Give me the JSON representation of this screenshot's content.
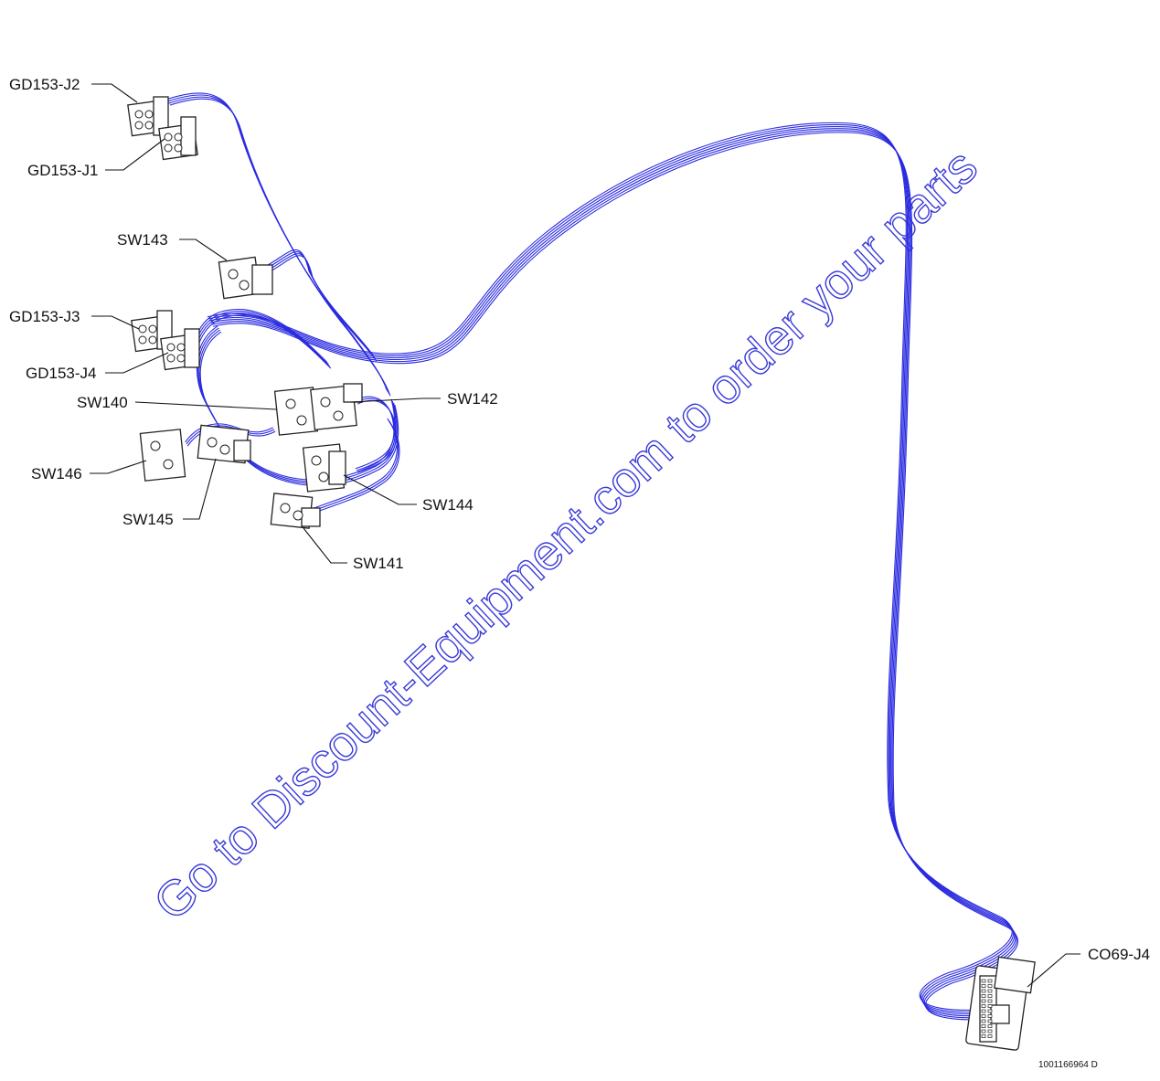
{
  "diagram": {
    "part_number": "1001166964 D",
    "watermark": "Go to Discount-Equipment.com to order your parts",
    "colors": {
      "wire": "#2a2ae0",
      "ink": "#111111",
      "watermark": "#3a3ad8"
    },
    "connectors": [
      {
        "id": "gd153-j2",
        "label": "GD153-J2"
      },
      {
        "id": "gd153-j1",
        "label": "GD153-J1"
      },
      {
        "id": "sw143",
        "label": "SW143"
      },
      {
        "id": "gd153-j3",
        "label": "GD153-J3"
      },
      {
        "id": "gd153-j4",
        "label": "GD153-J4"
      },
      {
        "id": "sw140",
        "label": "SW140"
      },
      {
        "id": "sw142",
        "label": "SW142"
      },
      {
        "id": "sw146",
        "label": "SW146"
      },
      {
        "id": "sw145",
        "label": "SW145"
      },
      {
        "id": "sw144",
        "label": "SW144"
      },
      {
        "id": "sw141",
        "label": "SW141"
      },
      {
        "id": "co69-j4",
        "label": "CO69-J4"
      }
    ]
  }
}
